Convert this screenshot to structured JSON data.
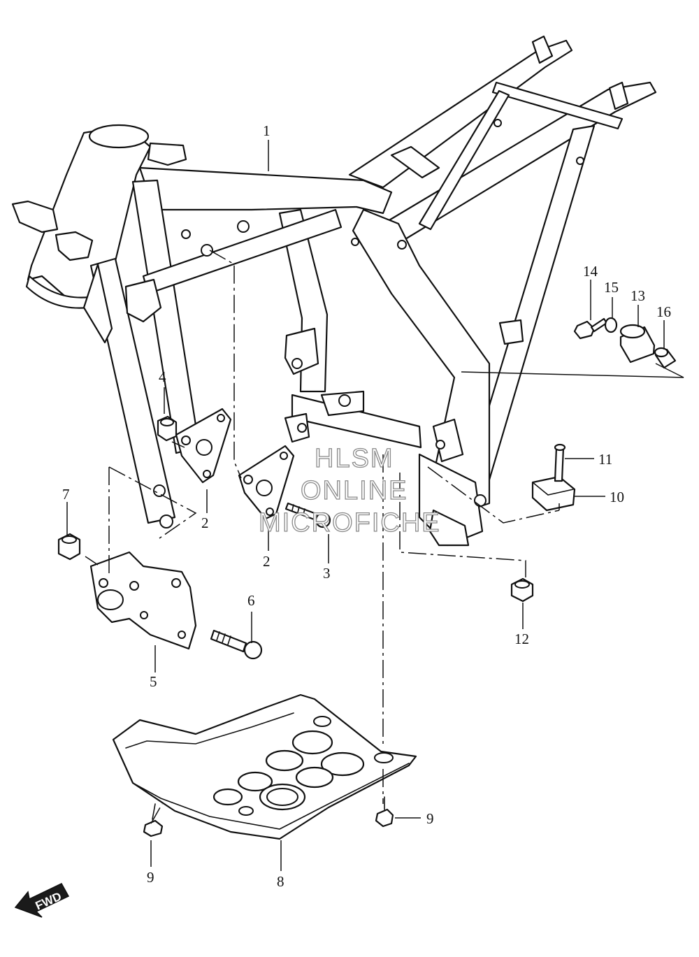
{
  "diagram": {
    "callouts": [
      {
        "id": "c1",
        "text": "1"
      },
      {
        "id": "c2a",
        "text": "2"
      },
      {
        "id": "c2b",
        "text": "2"
      },
      {
        "id": "c3",
        "text": "3"
      },
      {
        "id": "c4",
        "text": "4"
      },
      {
        "id": "c5",
        "text": "5"
      },
      {
        "id": "c6",
        "text": "6"
      },
      {
        "id": "c7",
        "text": "7"
      },
      {
        "id": "c8",
        "text": "8"
      },
      {
        "id": "c9a",
        "text": "9"
      },
      {
        "id": "c9b",
        "text": "9"
      },
      {
        "id": "c10",
        "text": "10"
      },
      {
        "id": "c11",
        "text": "11"
      },
      {
        "id": "c12",
        "text": "12"
      },
      {
        "id": "c13",
        "text": "13"
      },
      {
        "id": "c14",
        "text": "14"
      },
      {
        "id": "c15",
        "text": "15"
      },
      {
        "id": "c16",
        "text": "16"
      }
    ],
    "watermark": {
      "line1": "HLSM",
      "line2": "ONLINE",
      "line3": "MICROFICHE"
    },
    "direction_badge": "FWD"
  }
}
